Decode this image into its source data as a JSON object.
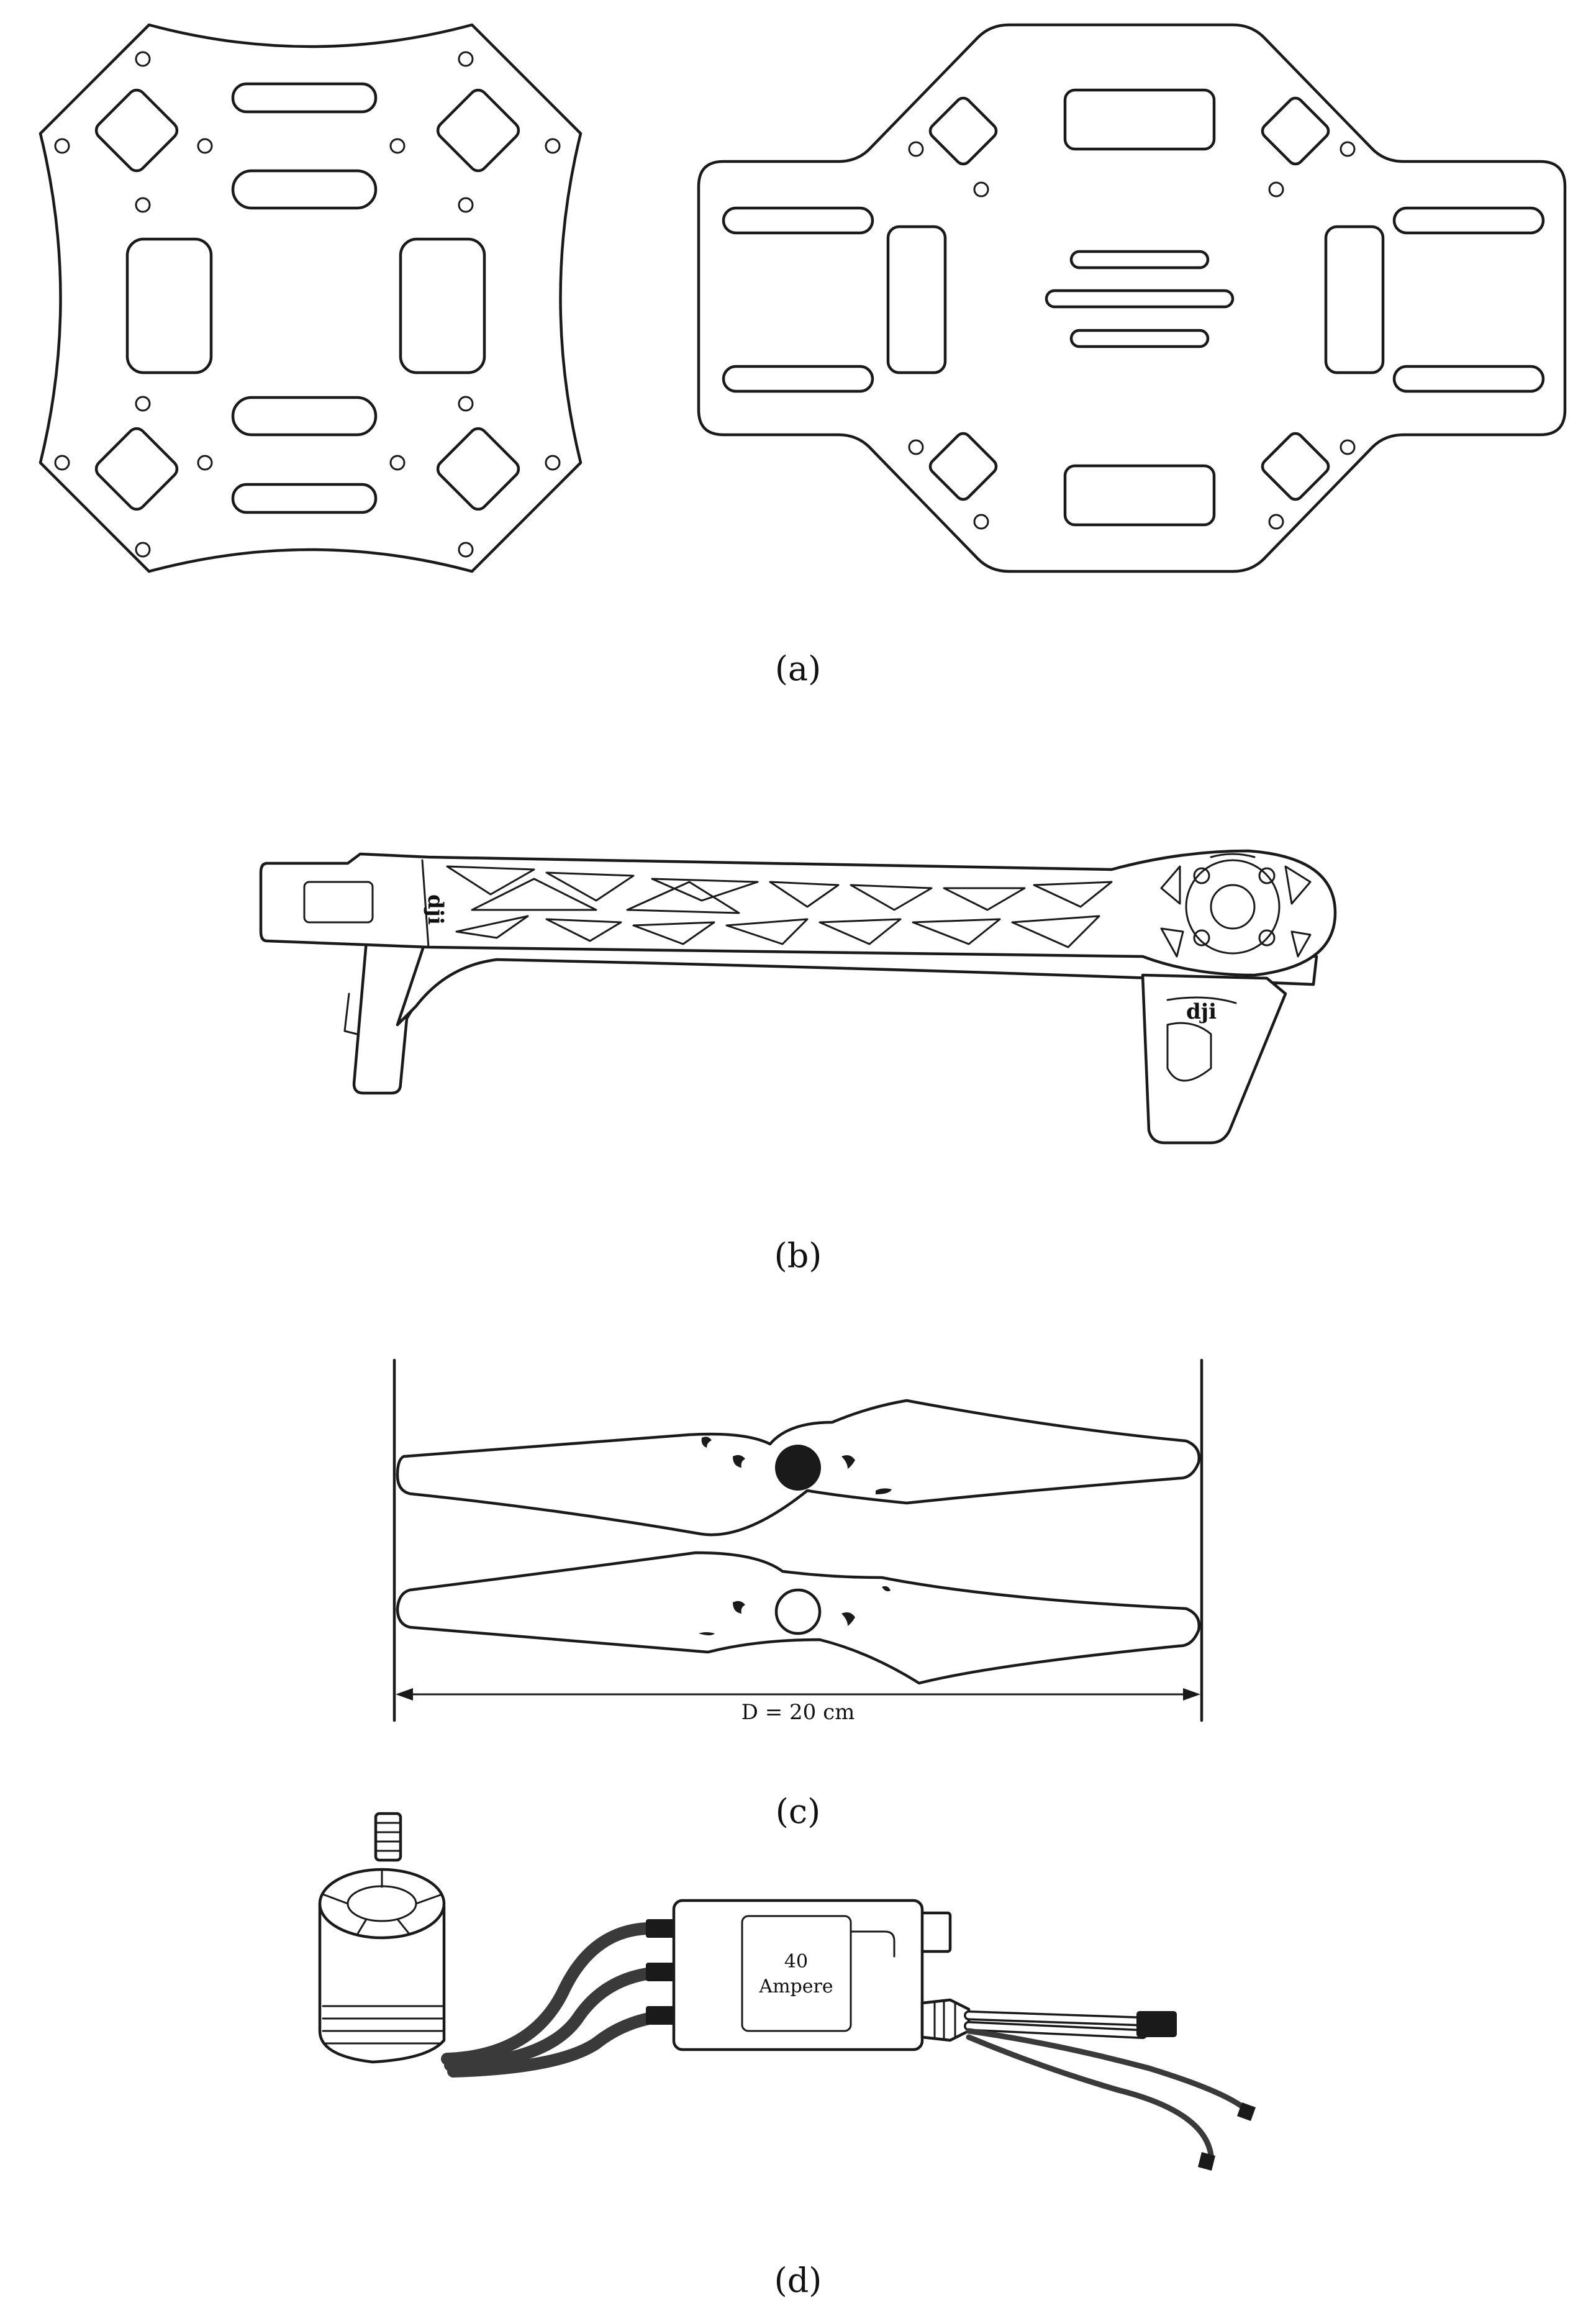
{
  "captions": {
    "a": "(a)",
    "b": "(b)",
    "c": "(c)",
    "d": "(d)"
  },
  "propeller": {
    "dimension_label": "D = 20 cm"
  },
  "esc": {
    "rating_value": "40",
    "rating_unit": "Ampere"
  },
  "colors": {
    "line": "#1a1a1a",
    "cable": "#3a3a3a",
    "background": "#ffffff"
  }
}
